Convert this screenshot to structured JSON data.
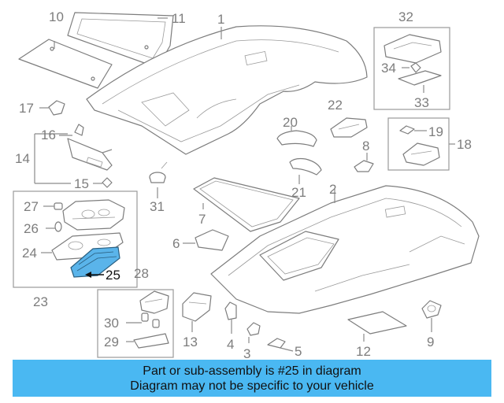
{
  "parts": [
    {
      "id": "p1",
      "num": "1"
    },
    {
      "id": "p2",
      "num": "2"
    },
    {
      "id": "p3",
      "num": "3"
    },
    {
      "id": "p4",
      "num": "4"
    },
    {
      "id": "p5",
      "num": "5"
    },
    {
      "id": "p6",
      "num": "6"
    },
    {
      "id": "p7",
      "num": "7"
    },
    {
      "id": "p8",
      "num": "8"
    },
    {
      "id": "p9",
      "num": "9"
    },
    {
      "id": "p10",
      "num": "10"
    },
    {
      "id": "p11",
      "num": "11"
    },
    {
      "id": "p12",
      "num": "12"
    },
    {
      "id": "p13",
      "num": "13"
    },
    {
      "id": "p14",
      "num": "14"
    },
    {
      "id": "p15",
      "num": "15"
    },
    {
      "id": "p16",
      "num": "16"
    },
    {
      "id": "p17",
      "num": "17"
    },
    {
      "id": "p18",
      "num": "18"
    },
    {
      "id": "p19",
      "num": "19"
    },
    {
      "id": "p20",
      "num": "20"
    },
    {
      "id": "p21",
      "num": "21"
    },
    {
      "id": "p22",
      "num": "22"
    },
    {
      "id": "p23",
      "num": "23"
    },
    {
      "id": "p24",
      "num": "24"
    },
    {
      "id": "p25",
      "num": "25"
    },
    {
      "id": "p26",
      "num": "26"
    },
    {
      "id": "p27",
      "num": "27"
    },
    {
      "id": "p28",
      "num": "28"
    },
    {
      "id": "p29",
      "num": "29"
    },
    {
      "id": "p30",
      "num": "30"
    },
    {
      "id": "p31",
      "num": "31"
    },
    {
      "id": "p32",
      "num": "32"
    },
    {
      "id": "p33",
      "num": "33"
    },
    {
      "id": "p34",
      "num": "34"
    }
  ],
  "highlight": {
    "part": "25",
    "color": "#5ab4ea"
  },
  "banner": {
    "line1": "Part or sub-assembly is #25 in diagram",
    "line2": "Diagram may not be specific to your vehicle",
    "bg": "#4ab8f2"
  }
}
